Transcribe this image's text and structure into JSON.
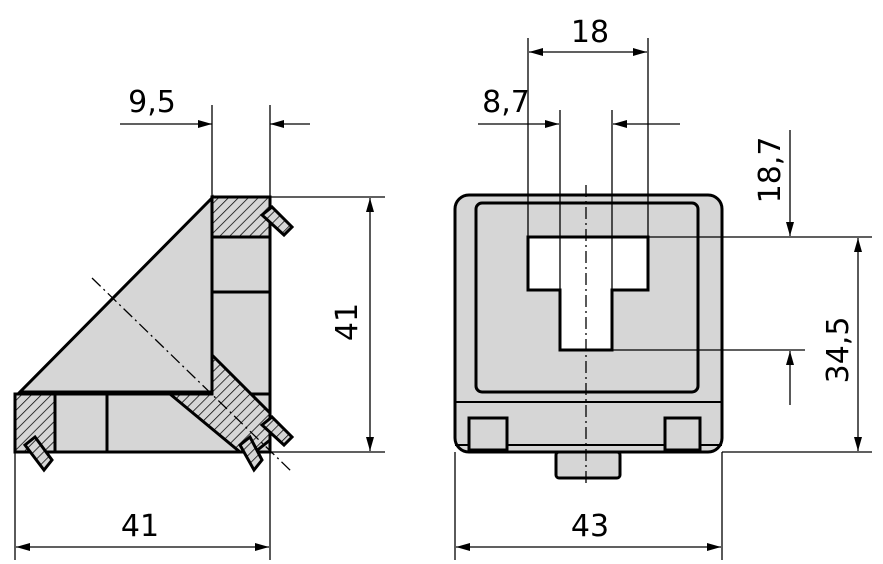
{
  "dimensions": {
    "side_offset": "9,5",
    "side_height": "41",
    "side_width": "41",
    "front_slot_width": "18",
    "front_slot_offset": "8,7",
    "front_slot_top": "18,7",
    "front_slot_height": "34,5",
    "front_width": "43"
  },
  "colors": {
    "fill": "#d6d6d6",
    "line": "#000000"
  }
}
